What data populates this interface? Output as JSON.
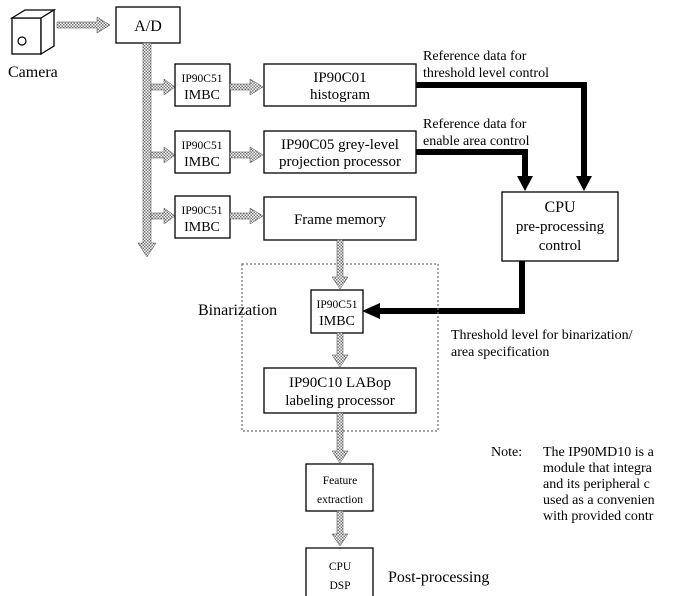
{
  "camera": {
    "label": "Camera"
  },
  "ad": {
    "label": "A/D"
  },
  "imbc": {
    "line1": "IP90C51",
    "line2": "IMBC"
  },
  "histogram": {
    "line1": "IP90C01",
    "line2": "histogram"
  },
  "projection": {
    "line1": "IP90C05 grey-level",
    "line2": "projection processor"
  },
  "frame_memory": {
    "label": "Frame memory"
  },
  "cpu_pre": {
    "line1": "CPU",
    "line2": "pre-processing",
    "line3": "control"
  },
  "ref_threshold": {
    "line1": "Reference data for",
    "line2": "threshold level control"
  },
  "ref_area": {
    "line1": "Reference data for",
    "line2": "enable area control"
  },
  "binarization": {
    "label": "Binarization"
  },
  "labop": {
    "line1": "IP90C10 LABop",
    "line2": "labeling processor"
  },
  "threshold_note": {
    "line1": "Threshold level for binarization/",
    "line2": "area specification"
  },
  "feature": {
    "line1": "Feature",
    "line2": "extraction"
  },
  "cpu_dsp": {
    "line1": "CPU",
    "line2": "DSP"
  },
  "post_processing": {
    "label": "Post-processing"
  },
  "note": {
    "prefix": "Note:",
    "line1": "The IP90MD10 is a",
    "line2": "module that integra",
    "line3": "and its peripheral c",
    "line4": "used as a convenien",
    "line5": "with provided contr"
  }
}
